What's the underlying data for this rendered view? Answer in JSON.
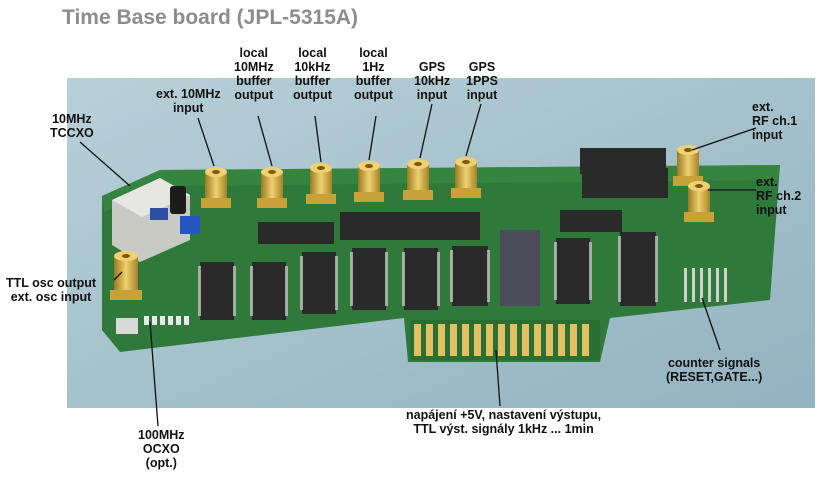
{
  "title": "Time Base board (JPL-5315A)",
  "labels": {
    "ext10mhz": [
      "ext. 10MHz",
      "input"
    ],
    "local10mhz": [
      "local",
      "10MHz",
      "buffer",
      "output"
    ],
    "local10khz": [
      "local",
      "10kHz",
      "buffer",
      "output"
    ],
    "local1hz": [
      "local",
      "1Hz",
      "buffer",
      "output"
    ],
    "gps10khz": [
      "GPS",
      "10kHz",
      "input"
    ],
    "gps1pps": [
      "GPS",
      "1PPS",
      "input"
    ],
    "tccxo": [
      "10MHz",
      "TCCXO"
    ],
    "rf1": [
      "ext.",
      "RF ch.1",
      "input"
    ],
    "rf2": [
      "ext.",
      "RF ch.2",
      "input"
    ],
    "ttl": [
      "TTL osc output",
      "ext. osc input"
    ],
    "counter": [
      "counter signals",
      "(RESET,GATE...)"
    ],
    "power": [
      "napájení +5V, nastavení výstupu,",
      "TTL výst. signály 1kHz ... 1min"
    ],
    "ocxo": [
      "100MHz",
      "OCXO",
      "(opt.)"
    ]
  },
  "colors": {
    "background": "#ffffff",
    "title": "#8c8c8c",
    "backdrop": "#a9c6d1",
    "pcb": "#2f7a3a",
    "pcb_dark": "#1f5c2a",
    "gold": "#d8b240",
    "chip": "#2a2a2a",
    "label": "#111111"
  }
}
